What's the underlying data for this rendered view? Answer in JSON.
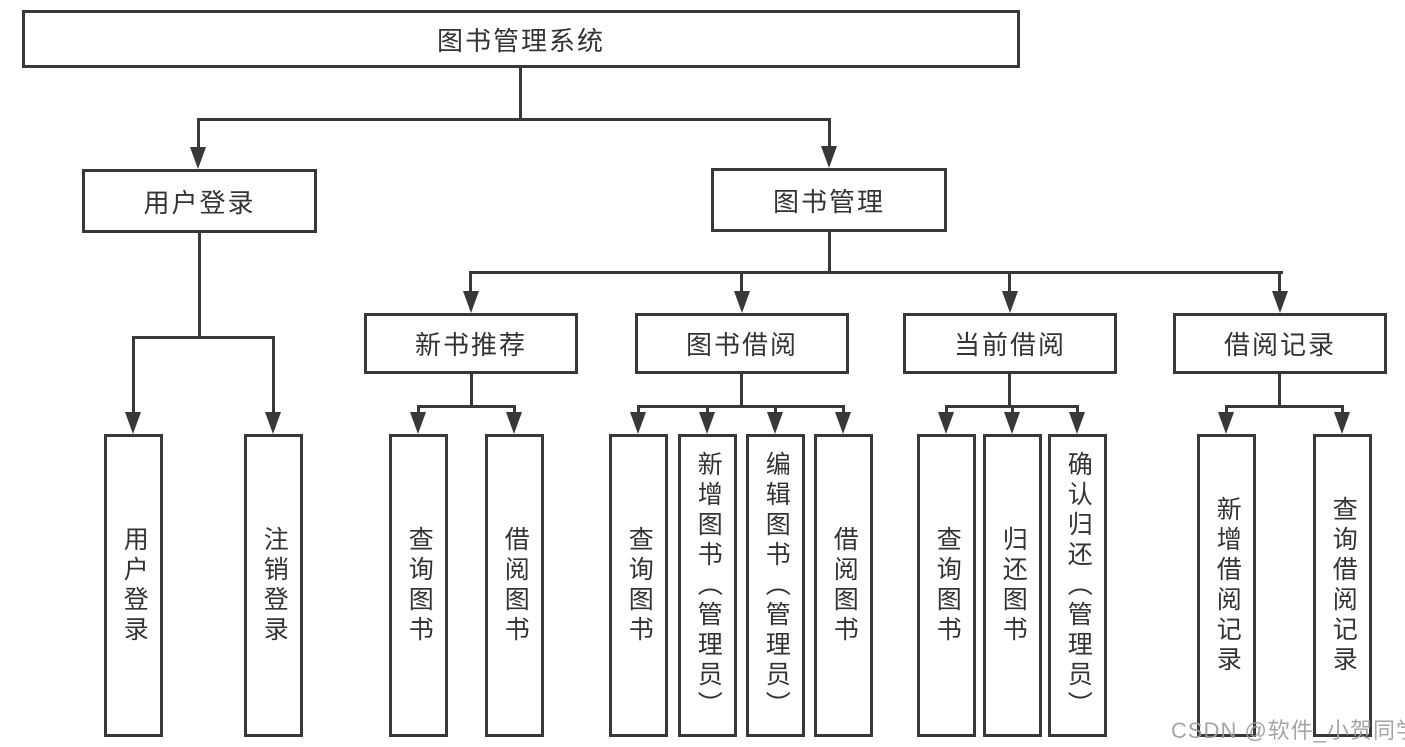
{
  "tree": {
    "root": {
      "label": "图书管理系统",
      "children": [
        {
          "label": "用户登录",
          "children": [
            {
              "label": "用户登录"
            },
            {
              "label": "注销登录"
            }
          ]
        },
        {
          "label": "图书管理",
          "children": [
            {
              "label": "新书推荐",
              "children": [
                {
                  "label": "查询图书"
                },
                {
                  "label": "借阅图书"
                }
              ]
            },
            {
              "label": "图书借阅",
              "children": [
                {
                  "label": "查询图书"
                },
                {
                  "label": "新增图书（管理员）"
                },
                {
                  "label": "编辑图书（管理员）"
                },
                {
                  "label": "借阅图书"
                }
              ]
            },
            {
              "label": "当前借阅",
              "children": [
                {
                  "label": "查询图书"
                },
                {
                  "label": "归还图书"
                },
                {
                  "label": "确认归还（管理员）"
                }
              ]
            },
            {
              "label": "借阅记录",
              "children": [
                {
                  "label": "新增借阅记录"
                },
                {
                  "label": "查询借阅记录"
                }
              ]
            }
          ]
        }
      ]
    }
  },
  "watermark": {
    "text": "CSDN @软件_小贺同学"
  },
  "colors": {
    "line": "#383838",
    "text": "#333333",
    "background": "#ffffff",
    "watermark": "#9e9e9e"
  }
}
